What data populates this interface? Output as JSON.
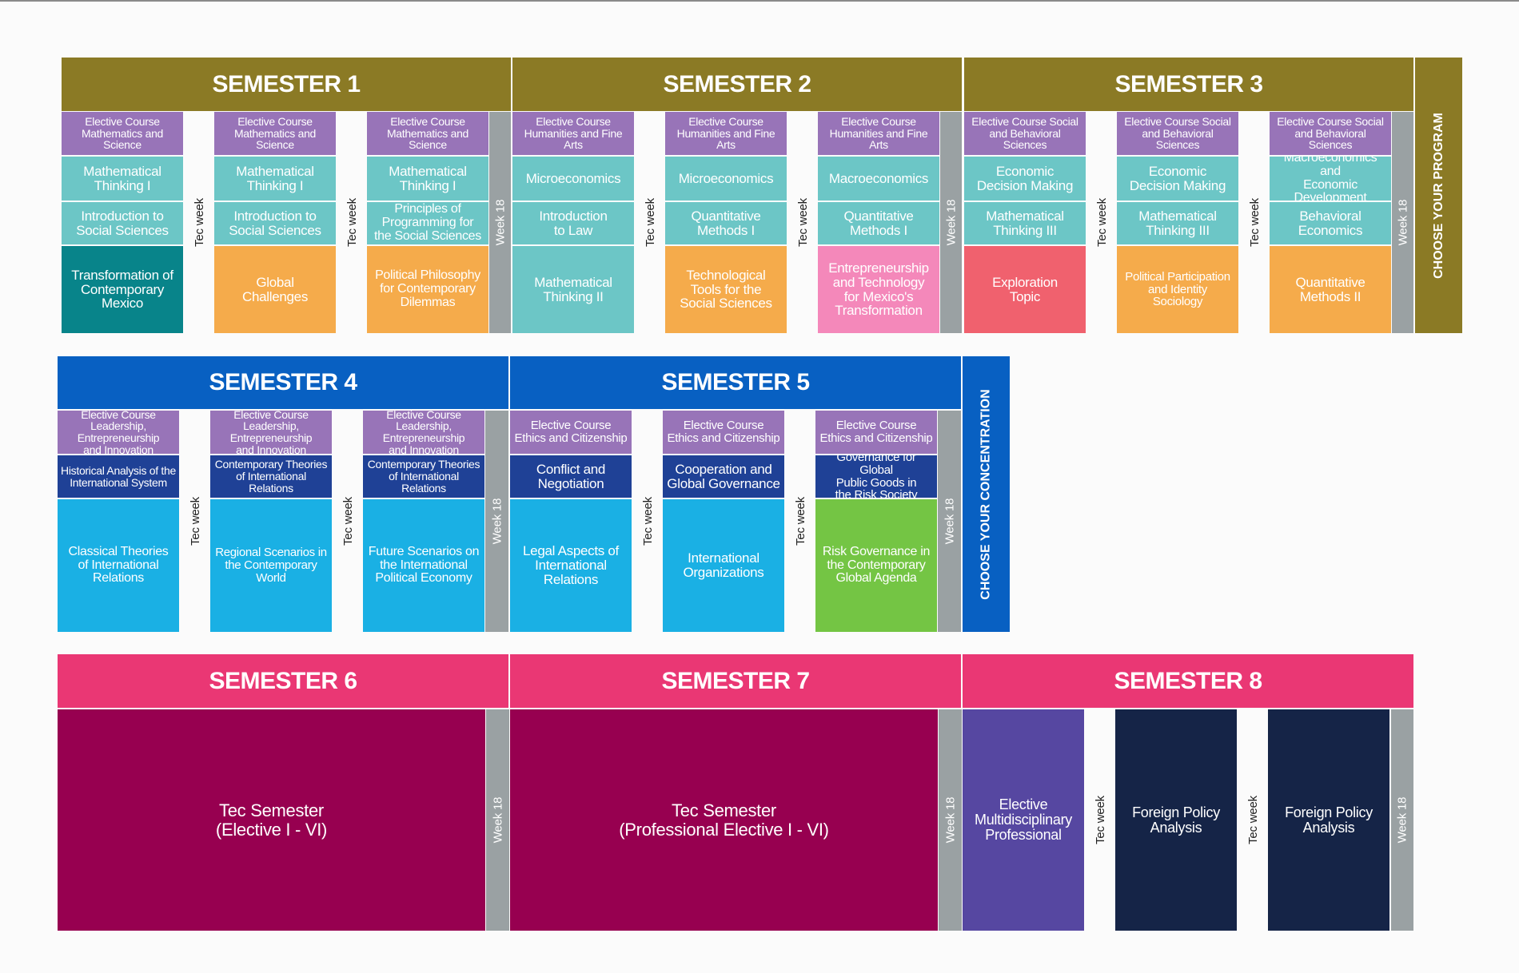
{
  "colors": {
    "olive": "#8b7a25",
    "blue": "#0860c2",
    "pink": "#ea3774",
    "purple": "#9874b8",
    "teal": "#6cc6c6",
    "dark_teal": "#08848a",
    "orange": "#f5ab4b",
    "light_pink": "#f488ba",
    "coral": "#f0616e",
    "navy": "#1f4196",
    "cyan": "#1ab0e4",
    "green": "#74c544",
    "gray": "#9aa1a3",
    "maroon": "#970050",
    "indigo": "#5647a1",
    "dark_navy": "#152447"
  },
  "labels": {
    "tec_week": "Tec week",
    "week_18": "Week 18",
    "choose_program": "CHOOSE YOUR PROGRAM",
    "choose_concentration": "CHOOSE YOUR CONCENTRATION"
  },
  "rows": [
    {
      "semesters": [
        "SEMESTER 1",
        "SEMESTER 2",
        "SEMESTER 3"
      ],
      "courses": [
        [
          "Elective Course\nMathematics and Science",
          "Mathematical\nThinking I",
          "Introduction to\nSocial Sciences",
          "Transformation of\nContemporary\nMexico"
        ],
        [
          "Elective Course\nMathematics and Science",
          "Mathematical\nThinking I",
          "Introduction to\nSocial Sciences",
          "Global\nChallenges"
        ],
        [
          "Elective Course\nMathematics and Science",
          "Mathematical\nThinking I",
          "Principles of\nProgramming for\nthe Social Sciences",
          "Political Philosophy\nfor Contemporary\nDilemmas"
        ],
        [
          "Elective Course\nHumanities and Fine Arts",
          "Microeconomics",
          "Introduction\nto Law",
          "Mathematical\nThinking II"
        ],
        [
          "Elective Course\nHumanities and Fine Arts",
          "Microeconomics",
          "Quantitative\nMethods I",
          "Technological\nTools for the\nSocial Sciences"
        ],
        [
          "Elective Course\nHumanities and Fine Arts",
          "Macroeconomics",
          "Quantitative\nMethods I",
          "Entrepreneurship\nand Technology\nfor Mexico's\nTransformation"
        ],
        [
          "Elective Course Social\nand Behavioral Sciences",
          "Economic\nDecision Making",
          "Mathematical\nThinking III",
          "Exploration\nTopic"
        ],
        [
          "Elective Course Social\nand Behavioral Sciences",
          "Economic\nDecision Making",
          "Mathematical\nThinking III",
          "Political Participation\nand Identity\nSociology"
        ],
        [
          "Elective Course Social\nand Behavioral Sciences",
          "Macroeconomics and\nEconomic Development",
          "Behavioral\nEconomics",
          "Quantitative\nMethods II"
        ]
      ]
    },
    {
      "semesters": [
        "SEMESTER 4",
        "SEMESTER 5"
      ],
      "courses": [
        [
          "Elective Course Leadership,\nEntrepreneurship\nand Innovation",
          "Historical Analysis of the\nInternational System",
          "Classical Theories\nof International\nRelations"
        ],
        [
          "Elective Course Leadership,\nEntrepreneurship\nand Innovation",
          "Contemporary Theories\nof International Relations",
          "Regional Scenarios in\nthe Contemporary\nWorld"
        ],
        [
          "Elective Course Leadership,\nEntrepreneurship\nand Innovation",
          "Contemporary Theories\nof International Relations",
          "Future Scenarios on\nthe International\nPolitical Economy"
        ],
        [
          "Elective Course\nEthics and Citizenship",
          "Conflict and\nNegotiation",
          "Legal Aspects of\nInternational\nRelations"
        ],
        [
          "Elective Course\nEthics and Citizenship",
          "Cooperation and\nGlobal Governance",
          "International\nOrganizations"
        ],
        [
          "Elective Course\nEthics and Citizenship",
          "Governance for Global\nPublic Goods in\nthe Risk Society",
          "Risk Governance in\nthe Contemporary\nGlobal Agenda"
        ]
      ]
    },
    {
      "semesters": [
        "SEMESTER 6",
        "SEMESTER 7",
        "SEMESTER 8"
      ],
      "courses": [
        "Tec Semester\n(Elective I - VI)",
        "Tec Semester\n(Professional Elective I - VI)",
        "Elective\nMultidisciplinary\nProfessional",
        "Foreign Policy\nAnalysis",
        "Foreign Policy\nAnalysis"
      ]
    }
  ]
}
